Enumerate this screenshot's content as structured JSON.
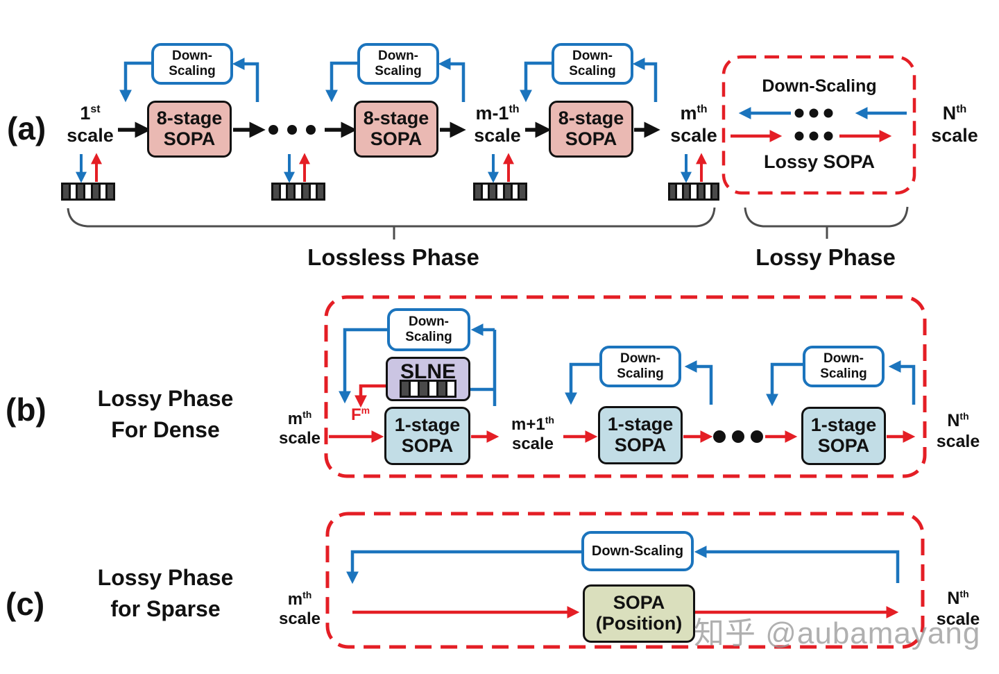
{
  "colors": {
    "blue": "#1b74bd",
    "red": "#e41e25",
    "black": "#111111",
    "pink_fill": "#eab9b3",
    "lightblue_fill": "#c2dde6",
    "lavender_fill": "#cbc5e3",
    "olive_fill": "#dadfbd",
    "brace_gray": "#4d4d4d"
  },
  "boxes": {
    "down_l1": "Down-",
    "down_l2": "Scaling",
    "down_single": "Down-Scaling",
    "sopa8_l1": "8-stage",
    "sopa8_l2": "SOPA",
    "sopa1_l1": "1-stage",
    "sopa1_l2": "SOPA",
    "slne": "SLNE",
    "lossy_sopa": "Lossy SOPA",
    "sopa_pos_l1": "SOPA",
    "sopa_pos_l2": "(Position)"
  },
  "section_a": {
    "tag": "(a)",
    "scale_1": {
      "base": "1",
      "sup": "st",
      "word": "scale"
    },
    "scale_m1": {
      "base": "m-1",
      "sup": "th",
      "word": "scale"
    },
    "scale_m": {
      "base": "m",
      "sup": "th",
      "word": "scale"
    },
    "scale_n": {
      "base": "N",
      "sup": "th",
      "word": "scale"
    },
    "lossless_phase": "Lossless Phase",
    "lossy_phase": "Lossy Phase"
  },
  "section_b": {
    "tag": "(b)",
    "title_l1": "Lossy Phase",
    "title_l2": "For Dense",
    "scale_m": {
      "base": "m",
      "sup": "th",
      "word": "scale"
    },
    "scale_m1": {
      "base": "m+1",
      "sup": "th",
      "word": "scale"
    },
    "scale_n": {
      "base": "N",
      "sup": "th",
      "word": "scale"
    },
    "f_base": "F",
    "f_sup": "m"
  },
  "section_c": {
    "tag": "(c)",
    "title_l1": "Lossy Phase",
    "title_l2": "for Sparse",
    "scale_m": {
      "base": "m",
      "sup": "th",
      "word": "scale"
    },
    "scale_n": {
      "base": "N",
      "sup": "th",
      "word": "scale"
    }
  },
  "watermark": "知乎 @aubamayang"
}
